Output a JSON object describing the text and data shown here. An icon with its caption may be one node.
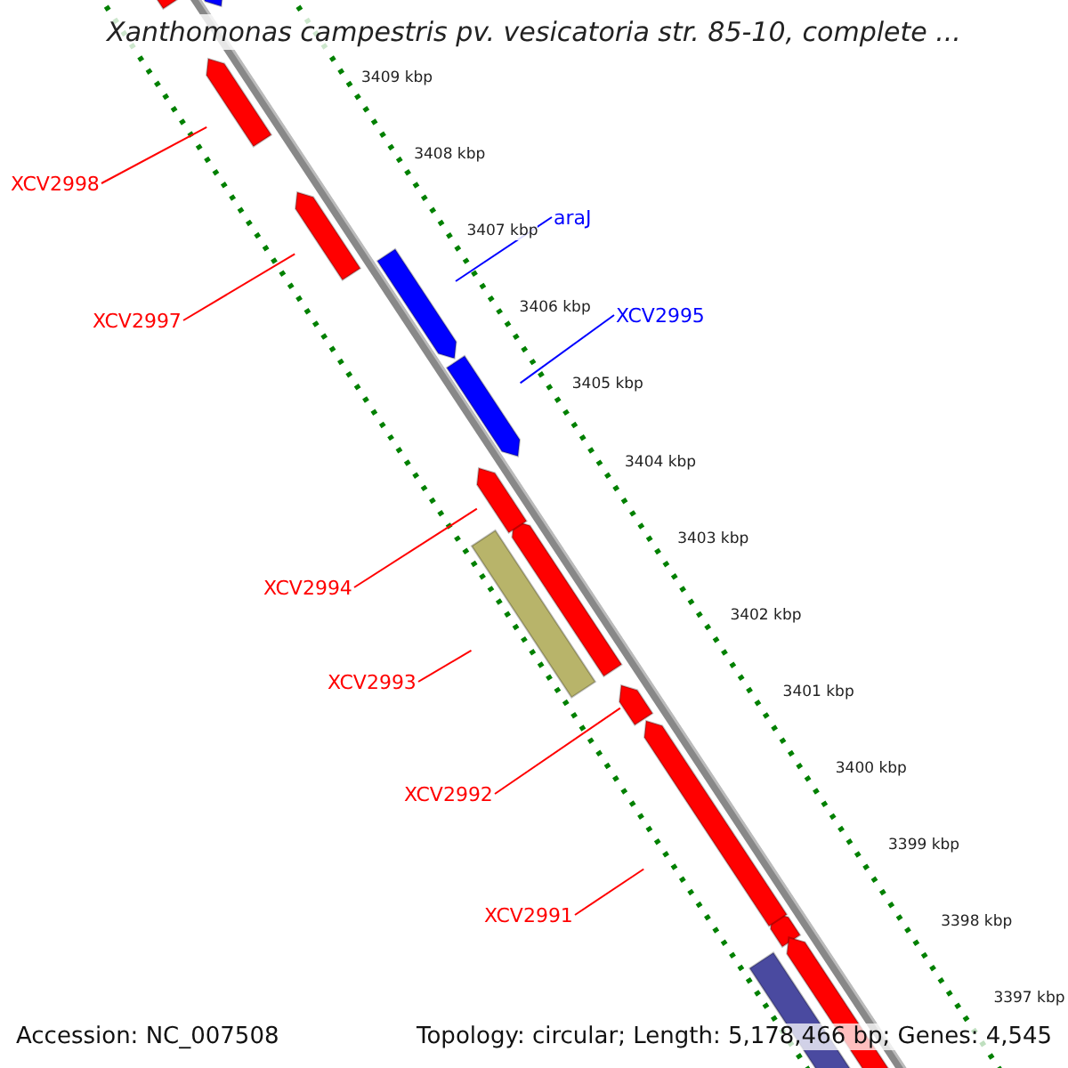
{
  "diagram": {
    "title": "Xanthomonas campestris pv. vesicatoria str. 85-10, complete ...",
    "nodes": [
      {
        "text": [
          "XCV2998"
        ]
      },
      {
        "text": [
          "XCV2997"
        ]
      },
      {
        "text": [
          "araJ"
        ]
      },
      {
        "text": [
          "XCV2995"
        ]
      },
      {
        "text": [
          "XCV2994"
        ]
      },
      {
        "text": [
          "XCV2993"
        ]
      },
      {
        "text": [
          "XCV2992"
        ]
      },
      {
        "text": [
          "XCV2991"
        ]
      },
      {
        "text": [],
        "shape": "bar"
      },
      {
        "text": [],
        "shape": "bar"
      },
      {
        "text": [],
        "shape": "bar"
      },
      {
        "text": [],
        "shape": "bar"
      },
      {
        "text": [],
        "shape": "bar"
      },
      {
        "text": [],
        "shape": "bar"
      },
      {
        "text": [],
        "shape": "bar"
      },
      {
        "text": [],
        "shape": "bar"
      }
    ],
    "edges": [
      {
        "from": 0,
        "to": 8,
        "arrow": "none"
      },
      {
        "from": 1,
        "to": 9,
        "arrow": "none"
      },
      {
        "from": 2,
        "to": 10,
        "arrow": "none",
        "color": "#0000ff"
      },
      {
        "from": 3,
        "to": 11,
        "arrow": "none",
        "color": "#0000ff"
      },
      {
        "from": 4,
        "to": 12,
        "arrow": "none"
      },
      {
        "from": 5,
        "to": 13,
        "arrow": "none"
      },
      {
        "from": 6,
        "to": 14,
        "arrow": "none"
      },
      {
        "from": 7,
        "to": 15,
        "arrow": "none"
      }
    ],
    "labels": [
      "3409 kbp",
      "3408 kbp",
      "3407 kbp",
      "3406 kbp",
      "3405 kbp",
      "3404 kbp",
      "3403 kbp",
      "3402 kbp",
      "3401 kbp",
      "3400 kbp",
      "3399 kbp",
      "3398 kbp",
      "3397 kbp",
      "Accession: NC_007508",
      "Topology: circular; Length: 5,178,466 bp; Genes: 4,545"
    ]
  }
}
